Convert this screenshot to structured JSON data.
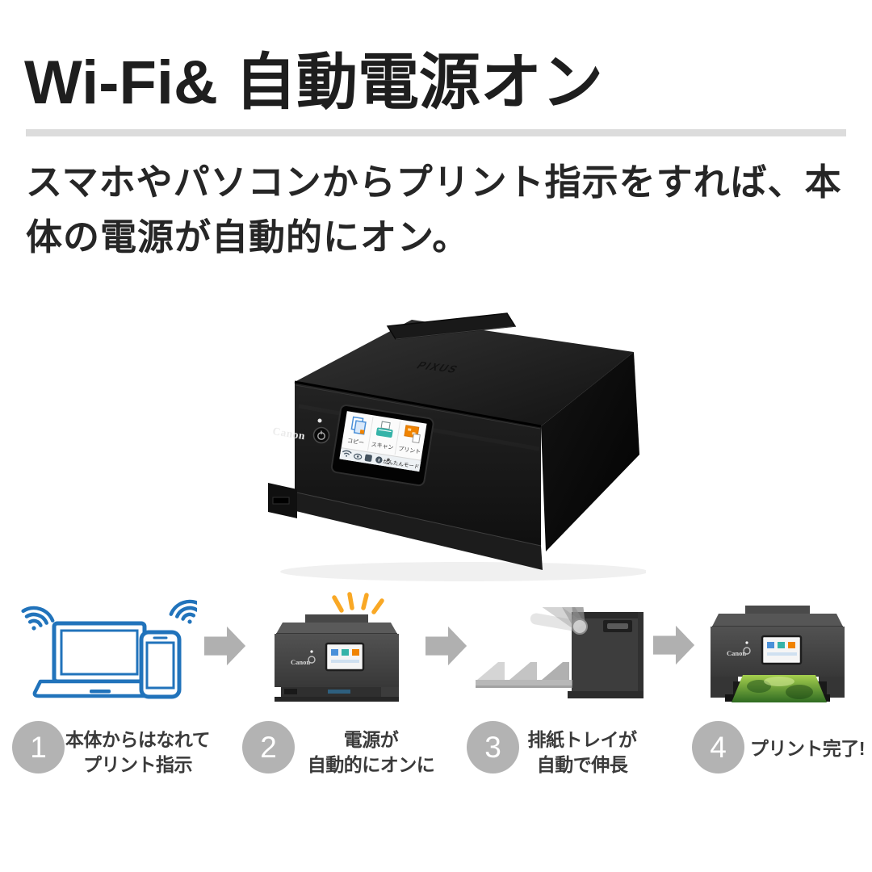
{
  "header": {
    "title": "Wi-Fi& 自動電源オン",
    "description_lines": [
      "スマホやパソコンからプリント指示をすれば、本",
      "体の電源が自動的にオン。"
    ]
  },
  "hero": {
    "brand": "Canon",
    "model_mark": "PIXUS",
    "screen": {
      "tiles": [
        {
          "label": "コピー",
          "icon": "copy-icon"
        },
        {
          "label": "スキャン",
          "icon": "scan-icon"
        },
        {
          "label": "プリント",
          "icon": "print-icon"
        }
      ],
      "status_bar": {
        "icons": [
          "wifi-icon",
          "eye-icon",
          "settings-icon",
          "info-icon"
        ],
        "mode_label": "かんたんモード"
      }
    }
  },
  "steps": [
    {
      "number": "1",
      "caption_lines": [
        "本体からはなれて",
        "プリント指示"
      ],
      "illustration": "laptop-and-smartphone-with-wifi"
    },
    {
      "number": "2",
      "caption_lines": [
        "電源が",
        "自動的にオンに"
      ],
      "illustration": "printer-powering-on"
    },
    {
      "number": "3",
      "caption_lines": [
        "排紙トレイが",
        "自動で伸長"
      ],
      "illustration": "paper-tray-extending"
    },
    {
      "number": "4",
      "caption_lines": [
        "プリント完了!"
      ],
      "illustration": "printer-with-finished-photo"
    }
  ],
  "colors": {
    "accent_blue": "#2173bb",
    "ray_yellow": "#f9a825",
    "arrow_gray": "#b0b0b0",
    "badge_gray": "#b3b3b3",
    "divider_gray": "#dcdcdc",
    "text_dark": "#1e1e1e",
    "caption_gray": "#3a3a3a"
  }
}
